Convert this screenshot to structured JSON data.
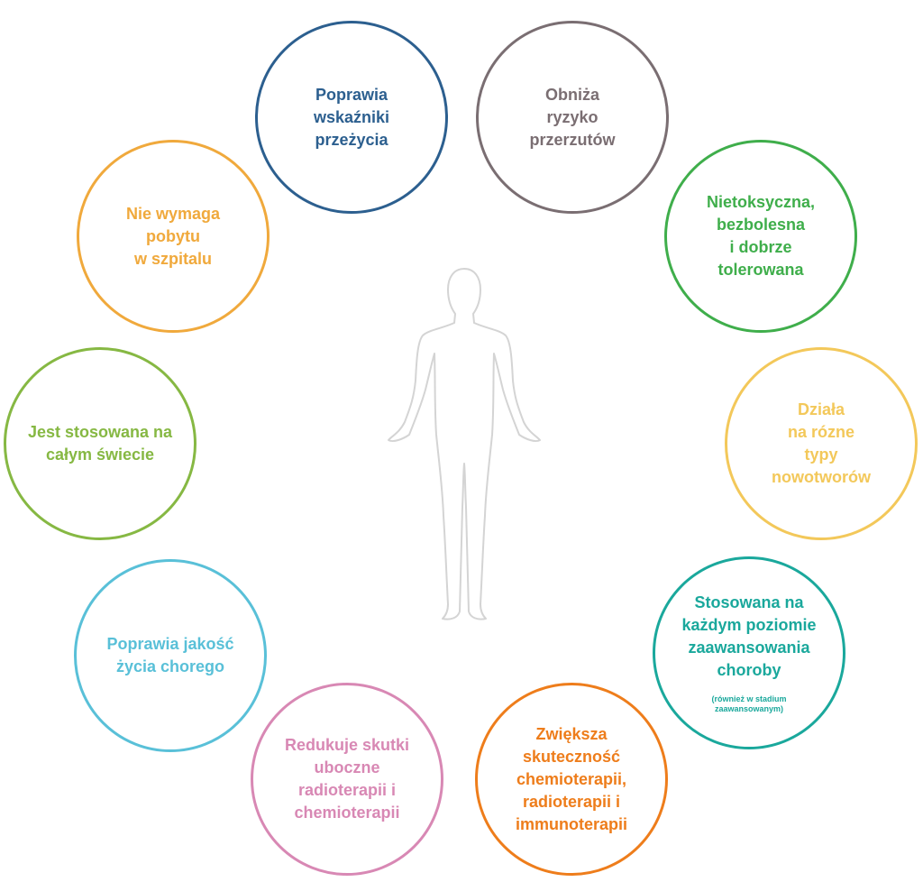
{
  "colors": {
    "survival": "#2c5f8f",
    "metastasis": "#7a6e72",
    "hospital": "#f0a93c",
    "nontoxic": "#3fae4b",
    "worldwide": "#86b843",
    "cancertypes": "#f3c85a",
    "quality": "#59c0d8",
    "stage": "#1aa89c",
    "sideeffects": "#d888b4",
    "efficacy": "#ee7d1b",
    "figure": "#d4d4d4"
  },
  "benefits": {
    "survival": "Poprawia\nwskaźniki\nprzeżycia",
    "metastasis": "Obniża\nryzyko\nprzerzutów",
    "hospital": "Nie wymaga\npobytu\nw szpitalu",
    "nontoxic": "Nietoksyczna,\nbezbolesna\ni dobrze\ntolerowana",
    "worldwide": "Jest stosowana na\ncałym świecie",
    "cancertypes": "Działa\nna rózne\ntypy\nnowotworów",
    "quality": "Poprawia jakość\nżycia chorego",
    "stage": "Stosowana na\nkażdym poziomie\nzaawansowania\nchoroby",
    "stage_note": "(również w stadium\nzaawansowanym)",
    "sideeffects": "Redukuje skutki\nuboczne\nradioterapii i\nchemioterapii",
    "efficacy": "Zwiększa\nskuteczność\nchemioterapii,\nradioterapii i\nimmunoterapii"
  },
  "icons": {
    "figure": "human-body-outline-icon"
  }
}
